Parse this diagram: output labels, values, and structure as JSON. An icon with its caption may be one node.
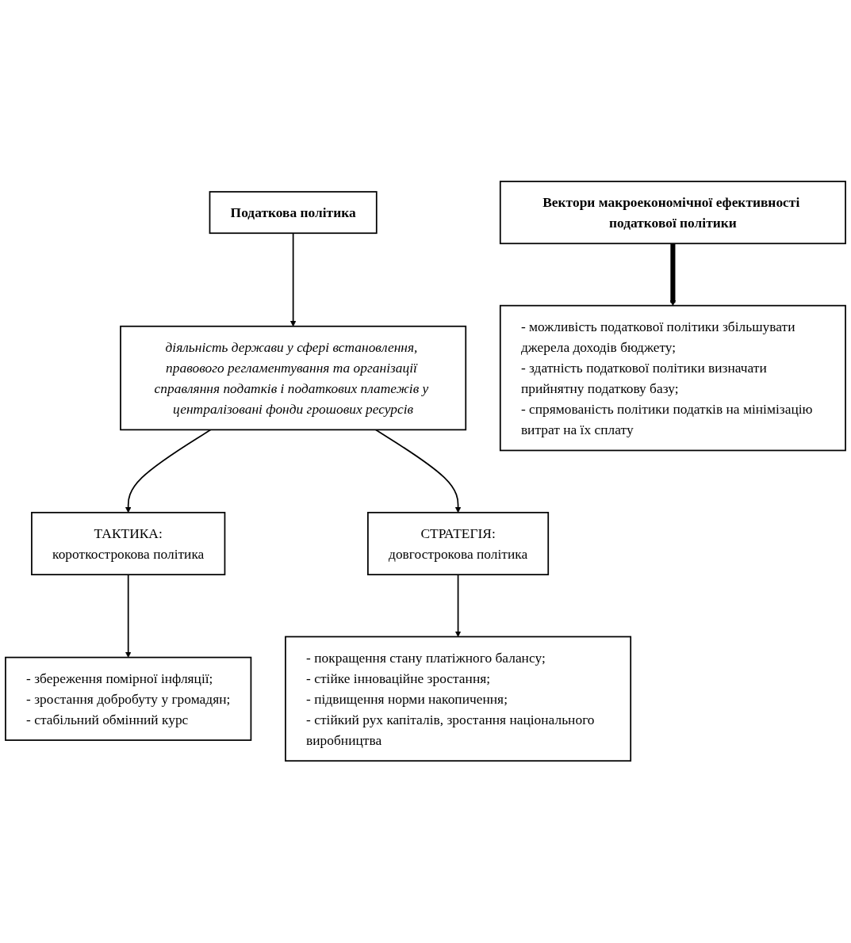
{
  "diagram": {
    "nodes": [
      {
        "text": [
          "Податкова політика"
        ]
      },
      {
        "text": [
          "діяльність держави у сфері встановлення, правового регламентування та організації справляння податків і податкових платежів у централізовані фонди грошових ресурсів"
        ]
      },
      {
        "text": [
          "ТАКТИКА:",
          "короткострокова політика"
        ]
      },
      {
        "text": [
          "СТРАТЕГІЯ:",
          "довгострокова політика"
        ]
      },
      {
        "text": [
          "- збереження помірної інфляції;",
          "- зростання добробуту у громадян;",
          "- стабільний обмінний курс"
        ]
      },
      {
        "text": [
          "- покращення стану платіжного балансу;",
          "- стійке інноваційне зростання;",
          "- підвищення норми накопичення;",
          "- стійкий рух капіталів, зростання національного виробництва"
        ]
      },
      {
        "text": [
          "Вектори макроекономічної ефективності податкової політики"
        ]
      },
      {
        "text": [
          "- можливість податкової політики збільшувати джерела доходів бюджету;",
          "- здатність податкової політики визначати прийнятну податкову базу;",
          "- спрямованість політики податків на мінімізацію витрат на їх сплату"
        ]
      }
    ],
    "edges": [
      {
        "from": 0,
        "to": 1,
        "arrow": "to"
      },
      {
        "from": 1,
        "to": 2,
        "arrow": "to"
      },
      {
        "from": 1,
        "to": 3,
        "arrow": "to"
      },
      {
        "from": 2,
        "to": 4,
        "arrow": "to"
      },
      {
        "from": 3,
        "to": 5,
        "arrow": "to"
      },
      {
        "from": 6,
        "to": 7,
        "arrow": "to",
        "style": "thick"
      }
    ]
  }
}
